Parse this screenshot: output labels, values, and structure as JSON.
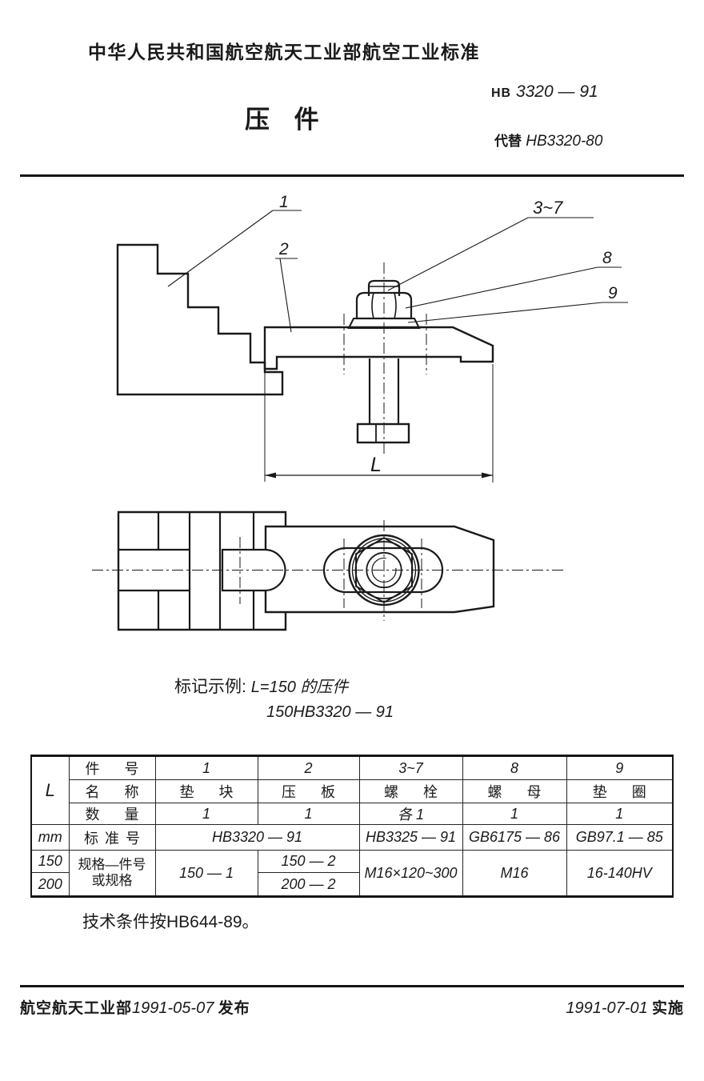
{
  "header": {
    "org": "中华人民共和国航空航天工业部航空工业标准",
    "title": "压 件",
    "std_prefix": "HB",
    "std_num": "3320 — 91",
    "replace_label": "代替",
    "replace_num": "HB3320-80"
  },
  "drawing": {
    "callout_1": "1",
    "callout_2": "2",
    "callout_3_7": "3~7",
    "callout_8": "8",
    "callout_9": "9",
    "dim_l": "L"
  },
  "example": {
    "label": "标记示例:",
    "text": "L=150 的压件",
    "designation": "150HB3320 — 91"
  },
  "table": {
    "corner": "L",
    "unit": "mm",
    "l150": "150",
    "l200": "200",
    "labels": {
      "part_no": "件 号",
      "name": "名 称",
      "qty": "数 量",
      "std": "标 准 号",
      "spec_line1": "规格—件号",
      "spec_line2": "或规格"
    },
    "part_nos": [
      "1",
      "2",
      "3~7",
      "8",
      "9"
    ],
    "names": [
      "垫 块",
      "压 板",
      "螺 栓",
      "螺 母",
      "垫 圈"
    ],
    "qtys": [
      "1",
      "1",
      "各 1",
      "1",
      "1"
    ],
    "stds": [
      "HB3320 — 91",
      "HB3325 — 91",
      "GB6175 — 86",
      "GB97.1 — 85"
    ],
    "specs": {
      "p1": "150 — 1",
      "p2_150": "150 — 2",
      "p2_200": "200 — 2",
      "bolt": "M16×120~300",
      "nut": "M16",
      "washer": "16-140HV"
    }
  },
  "tech_note": "技术条件按HB644-89。",
  "footer": {
    "left_org": "航空航天工业部",
    "left_date": "1991-05-07",
    "left_action": "发布",
    "right_date": "1991-07-01",
    "right_action": "实施"
  }
}
